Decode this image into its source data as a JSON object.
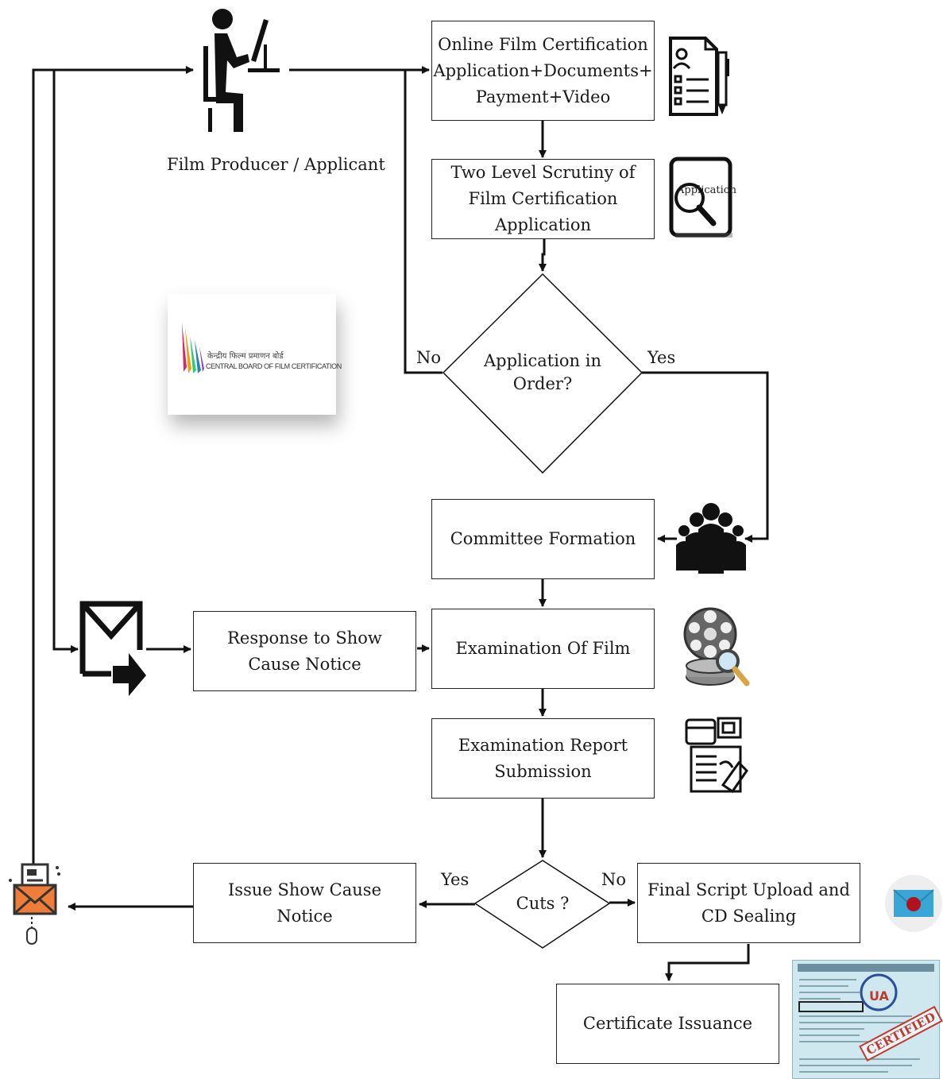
{
  "nodes": {
    "online_application": "Online Film Certification Application+Documents+ Payment+Video",
    "scrutiny": "Two Level Scrutiny of Film Certification Application",
    "decision_order": "Application in Order?",
    "committee": "Committee Formation",
    "examination": "Examination Of Film",
    "report": "Examination Report Submission",
    "response": "Response to Show Cause Notice",
    "decision_cuts": "Cuts ?",
    "final_script": "Final Script Upload and CD Sealing",
    "issue_notice": "Issue Show Cause Notice",
    "certificate": "Certificate Issuance"
  },
  "labels": {
    "producer": "Film Producer / Applicant",
    "order_no": "No",
    "order_yes": "Yes",
    "cuts_yes": "Yes",
    "cuts_no": "No"
  },
  "logo": {
    "hindi": "केन्द्रीय फिल्म प्रमाणन बोर्ड",
    "english": "CENTRAL BOARD OF FILM CERTIFICATION"
  },
  "icons": {
    "application_doc_text": "Application",
    "certificate_stamp": "CERTIFIED",
    "certificate_rating": "UA"
  },
  "colors": {
    "line": "#111111",
    "box_border": "#222222",
    "envelope_orange": "#f07c3a",
    "stamp_red": "#c0392b"
  }
}
